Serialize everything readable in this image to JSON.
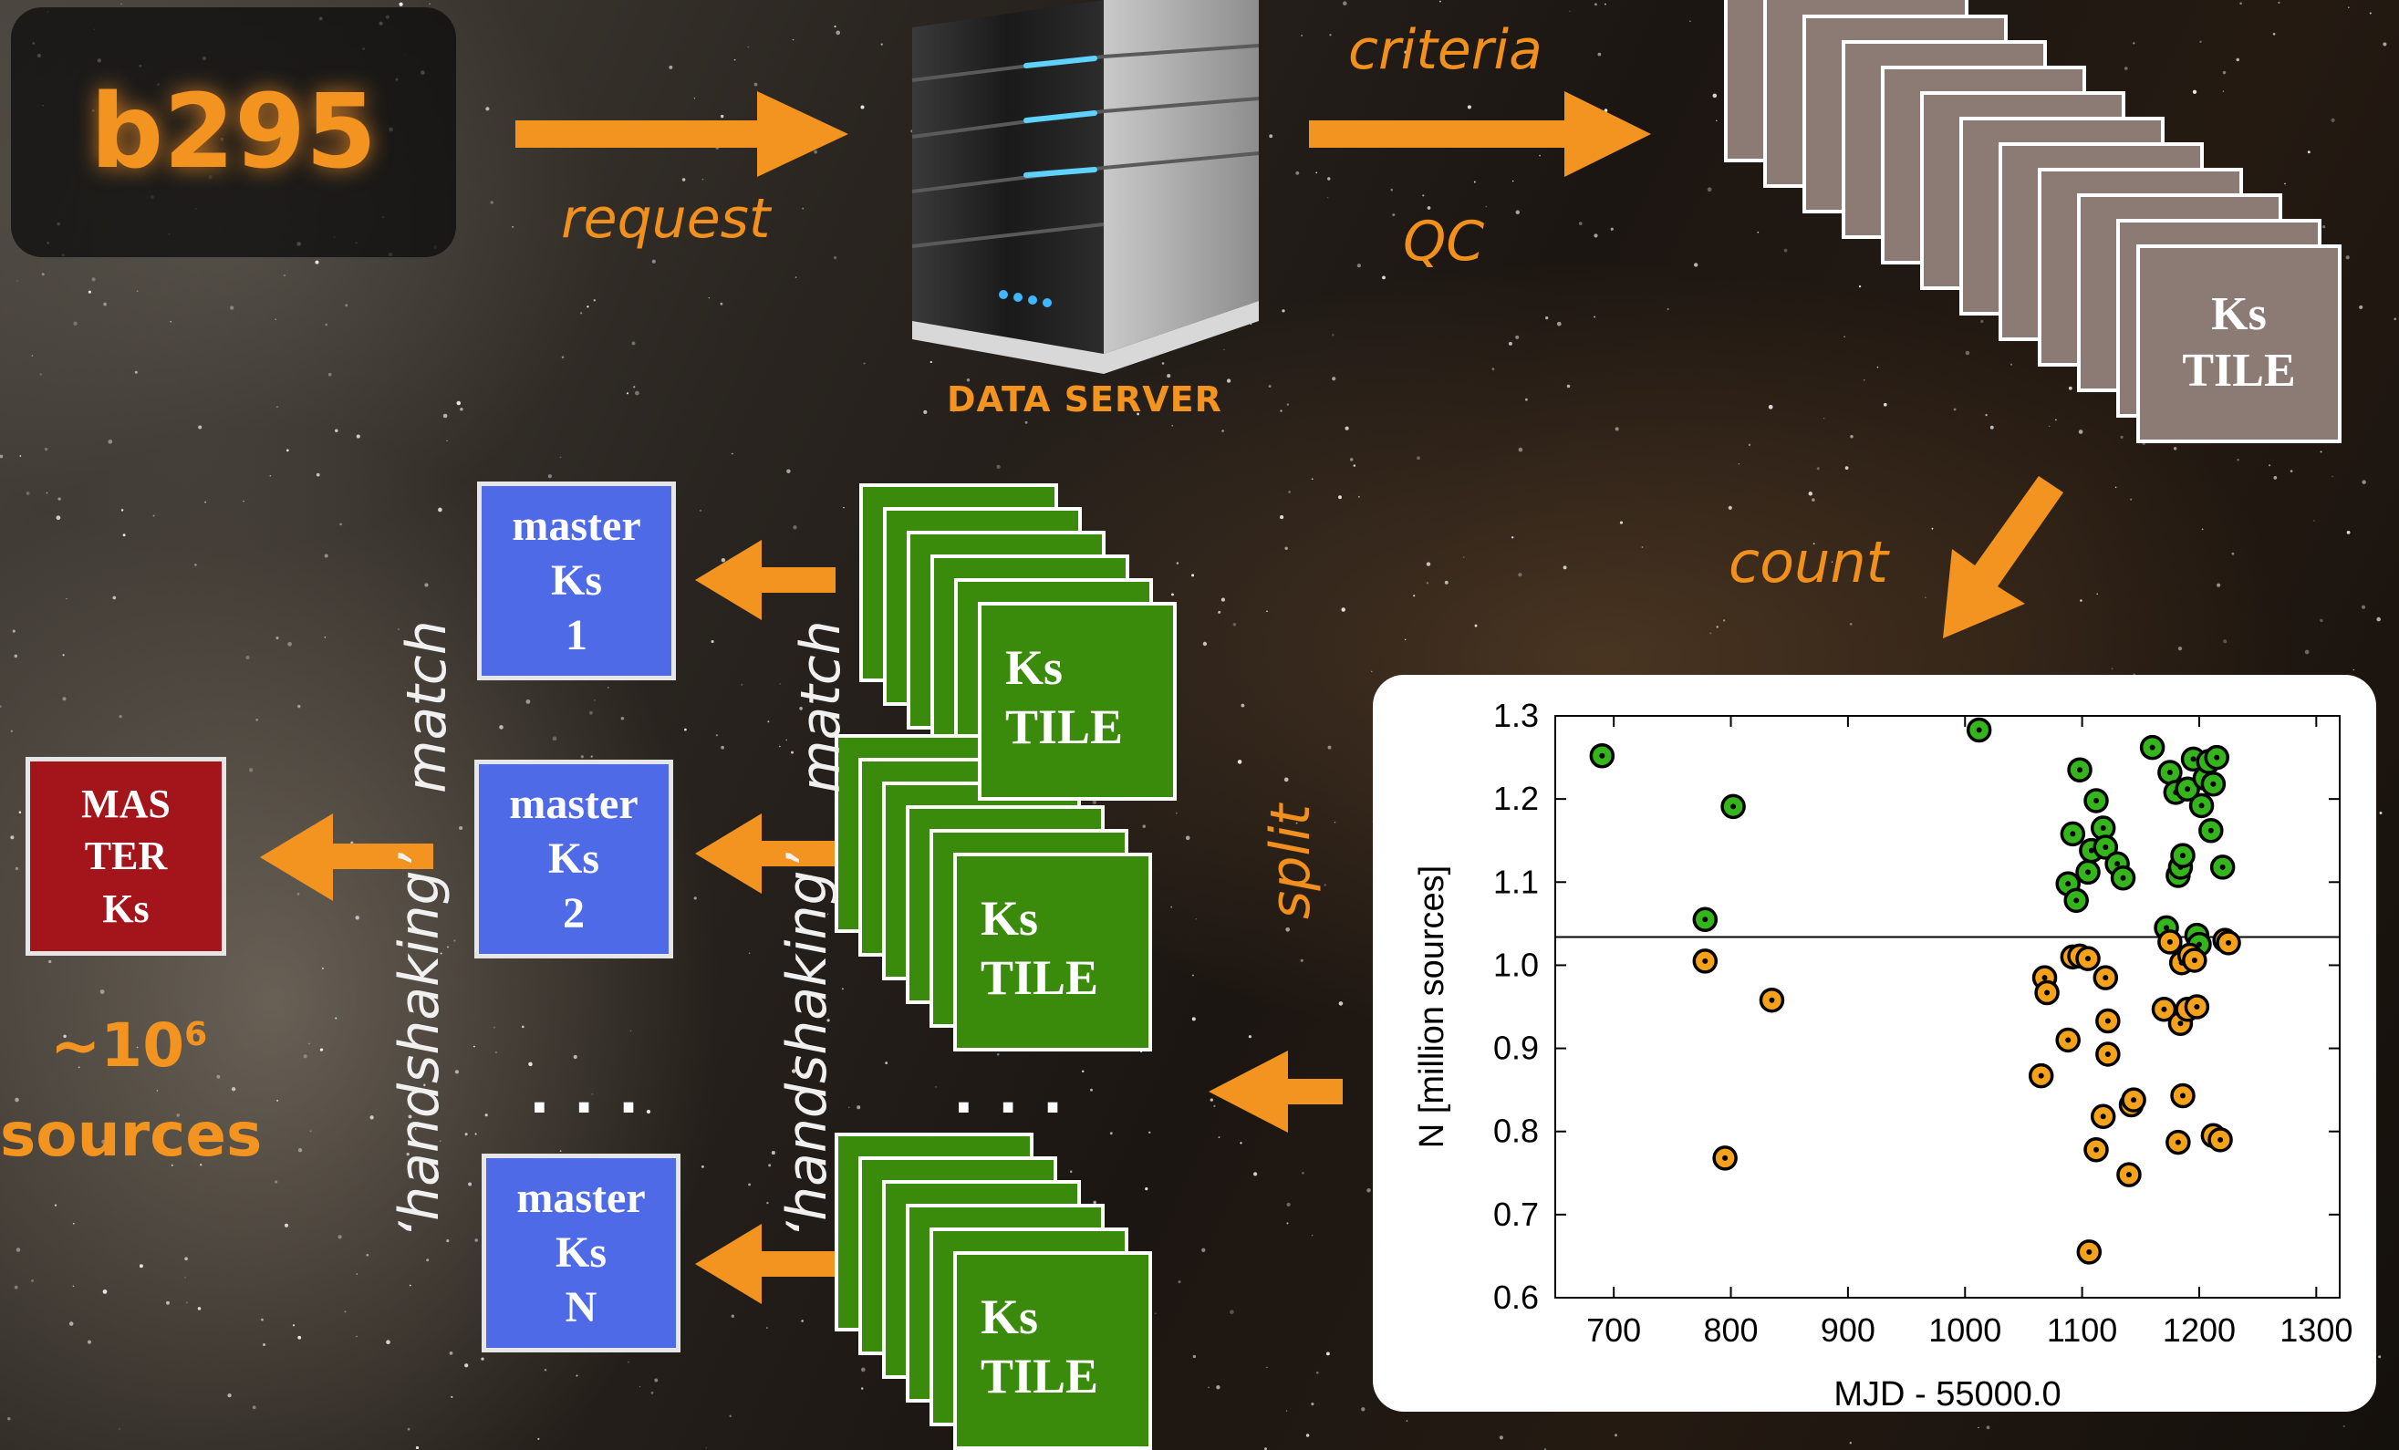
{
  "labels": {
    "b295": "b295",
    "request": "request",
    "criteria": "criteria",
    "qc": "QC",
    "data_server": "DATA SERVER",
    "count": "count",
    "split": "split",
    "match_left": "match",
    "match_right": "match",
    "handshaking_left": "‘handshaking’",
    "handshaking_right": "‘handshaking’",
    "sources_prefix": "~10",
    "sources_exp": "6",
    "sources": "sources",
    "ellipsis": "..."
  },
  "brown_tile": {
    "line1": "Ks",
    "line2": "TILE"
  },
  "green_tiles": [
    {
      "line1": "Ks",
      "line2": "TILE"
    },
    {
      "line1": "Ks",
      "line2": "TILE"
    },
    {
      "line1": "Ks",
      "line2": "TILE"
    }
  ],
  "masters": [
    {
      "line1": "master",
      "line2": "Ks",
      "line3": "1"
    },
    {
      "line1": "master",
      "line2": "Ks",
      "line3": "2"
    },
    {
      "line1": "master",
      "line2": "Ks",
      "line3": "N"
    }
  ],
  "MASTER": {
    "line1": "MAS",
    "line2": "TER",
    "line3": "Ks"
  },
  "colors": {
    "orange": "#f39420",
    "blue_box": "#4f6ae6",
    "red_box": "#a3151a",
    "green_tile": "#3a8a0c",
    "brown_tile": "#8c7b74",
    "point_green": "#35b51c",
    "point_orange": "#f5a21b"
  },
  "chart_data": {
    "type": "scatter",
    "xlabel": "MJD - 55000.0",
    "ylabel": "N [million sources]",
    "xlim": [
      650,
      1320
    ],
    "ylim": [
      0.6,
      1.3
    ],
    "xticks": [
      700,
      800,
      900,
      1000,
      1100,
      1200,
      1300
    ],
    "yticks": [
      0.6,
      0.7,
      0.8,
      0.9,
      1.0,
      1.1,
      1.2,
      1.3
    ],
    "xtick_labels": [
      "700",
      "800",
      "900",
      "1000",
      "1100",
      "1200",
      "1300"
    ],
    "ytick_labels": [
      "0.6",
      "0.7",
      "0.8",
      "0.9",
      "1.0",
      "1.1",
      "1.2",
      "1.3"
    ],
    "threshold": 1.034,
    "grid": false,
    "series": [
      {
        "color": "#35b51c",
        "points": [
          [
            690,
            1.252
          ],
          [
            778,
            1.055
          ],
          [
            802,
            1.191
          ],
          [
            1012,
            1.283
          ],
          [
            1088,
            1.098
          ],
          [
            1092,
            1.158
          ],
          [
            1095,
            1.078
          ],
          [
            1098,
            1.235
          ],
          [
            1105,
            1.112
          ],
          [
            1108,
            1.138
          ],
          [
            1112,
            1.198
          ],
          [
            1118,
            1.165
          ],
          [
            1120,
            1.142
          ],
          [
            1130,
            1.122
          ],
          [
            1135,
            1.105
          ],
          [
            1160,
            1.262
          ],
          [
            1172,
            1.045
          ],
          [
            1175,
            1.232
          ],
          [
            1180,
            1.208
          ],
          [
            1182,
            1.108
          ],
          [
            1184,
            1.118
          ],
          [
            1186,
            1.132
          ],
          [
            1190,
            1.212
          ],
          [
            1195,
            1.248
          ],
          [
            1198,
            1.036
          ],
          [
            1200,
            1.025
          ],
          [
            1202,
            1.192
          ],
          [
            1205,
            1.225
          ],
          [
            1208,
            1.245
          ],
          [
            1210,
            1.162
          ],
          [
            1212,
            1.218
          ],
          [
            1215,
            1.25
          ],
          [
            1220,
            1.118
          ]
        ]
      },
      {
        "color": "#f5a21b",
        "points": [
          [
            778,
            1.005
          ],
          [
            795,
            0.768
          ],
          [
            835,
            0.958
          ],
          [
            1065,
            0.867
          ],
          [
            1068,
            0.985
          ],
          [
            1070,
            0.967
          ],
          [
            1088,
            0.91
          ],
          [
            1092,
            1.01
          ],
          [
            1098,
            1.011
          ],
          [
            1105,
            1.008
          ],
          [
            1106,
            0.655
          ],
          [
            1112,
            0.778
          ],
          [
            1118,
            0.818
          ],
          [
            1120,
            0.985
          ],
          [
            1122,
            0.933
          ],
          [
            1122,
            0.893
          ],
          [
            1140,
            0.748
          ],
          [
            1142,
            0.832
          ],
          [
            1144,
            0.838
          ],
          [
            1170,
            0.947
          ],
          [
            1175,
            1.028
          ],
          [
            1182,
            0.787
          ],
          [
            1184,
            0.93
          ],
          [
            1185,
            1.003
          ],
          [
            1186,
            0.843
          ],
          [
            1190,
            0.947
          ],
          [
            1192,
            1.012
          ],
          [
            1196,
            1.006
          ],
          [
            1198,
            0.95
          ],
          [
            1212,
            0.795
          ],
          [
            1218,
            0.79
          ],
          [
            1222,
            1.03
          ],
          [
            1225,
            1.027
          ]
        ]
      }
    ]
  }
}
